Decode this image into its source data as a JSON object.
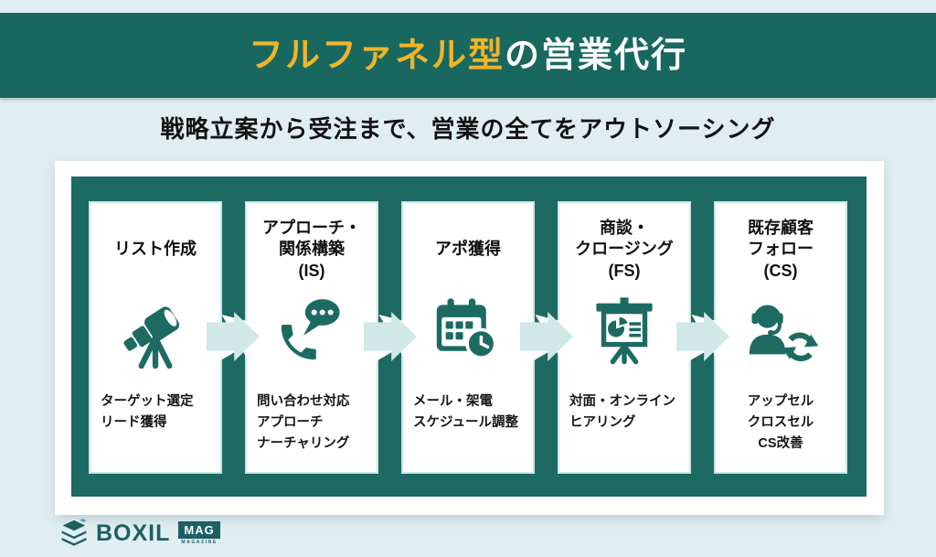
{
  "header": {
    "title_accent": "フルファネル型",
    "title_rest": "の営業代行",
    "subtitle": "戦略立案から受注まで、営業の全てをアウトソーシング"
  },
  "steps": [
    {
      "title": "リスト作成",
      "icon": "telescope-icon",
      "desc": "ターゲット選定\nリード獲得"
    },
    {
      "title": "アプローチ・\n関係構築\n(IS)",
      "icon": "phone-chat-icon",
      "desc": "問い合わせ対応\nアプローチ\nナーチャリング"
    },
    {
      "title": "アポ獲得",
      "icon": "calendar-clock-icon",
      "desc": "メール・架電\nスケジュール調整"
    },
    {
      "title": "商談・\nクロージング\n(FS)",
      "icon": "presentation-chart-icon",
      "desc": "対面・オンライン\nヒアリング"
    },
    {
      "title": "既存顧客\nフォロー\n(CS)",
      "icon": "headset-sync-icon",
      "desc": "アップセル\nクロスセル\nCS改善"
    }
  ],
  "arrows": {
    "count": 4,
    "direction": "right"
  },
  "footer": {
    "brand": "BOXIL",
    "badge": "MAG",
    "badge_sub": "MAGAZINE"
  },
  "colors": {
    "background": "#E0EEF2",
    "teal": "#1D6A63",
    "header_teal": "#19685F",
    "accent_yellow": "#F0B42A",
    "arrow_mint": "#D0E9E6",
    "text": "#121212"
  }
}
